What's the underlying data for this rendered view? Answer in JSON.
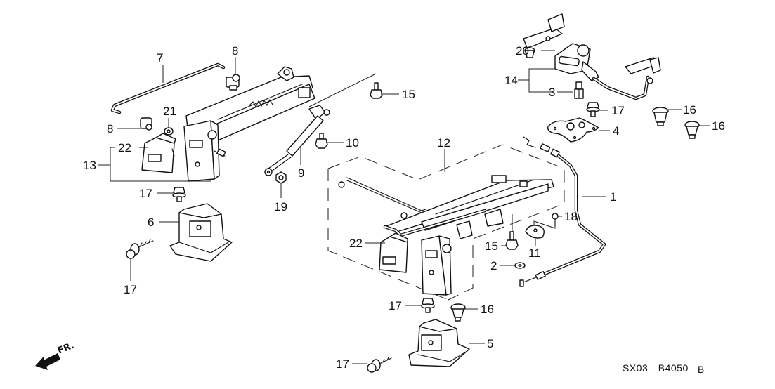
{
  "diagram": {
    "title": "Seat rail / height adjuster parts diagram",
    "diagram_code": "SX03—B4050",
    "revision": "B",
    "front_indicator": "FR.",
    "colors": {
      "line": "#111111",
      "background": "#ffffff"
    },
    "callouts": [
      {
        "id": "c1",
        "label": "1"
      },
      {
        "id": "c2",
        "label": "2"
      },
      {
        "id": "c3",
        "label": "3"
      },
      {
        "id": "c4",
        "label": "4"
      },
      {
        "id": "c5",
        "label": "5"
      },
      {
        "id": "c6",
        "label": "6"
      },
      {
        "id": "c7",
        "label": "7"
      },
      {
        "id": "c8a",
        "label": "8"
      },
      {
        "id": "c8b",
        "label": "8"
      },
      {
        "id": "c9",
        "label": "9"
      },
      {
        "id": "c10",
        "label": "10"
      },
      {
        "id": "c11",
        "label": "11"
      },
      {
        "id": "c12",
        "label": "12"
      },
      {
        "id": "c13",
        "label": "13"
      },
      {
        "id": "c14",
        "label": "14"
      },
      {
        "id": "c15a",
        "label": "15"
      },
      {
        "id": "c15b",
        "label": "15"
      },
      {
        "id": "c16a",
        "label": "16"
      },
      {
        "id": "c16b",
        "label": "16"
      },
      {
        "id": "c16c",
        "label": "16"
      },
      {
        "id": "c17a",
        "label": "17"
      },
      {
        "id": "c17b",
        "label": "17"
      },
      {
        "id": "c17c",
        "label": "17"
      },
      {
        "id": "c17d",
        "label": "17"
      },
      {
        "id": "c17e",
        "label": "17"
      },
      {
        "id": "c18",
        "label": "18"
      },
      {
        "id": "c19",
        "label": "19"
      },
      {
        "id": "c20",
        "label": "20"
      },
      {
        "id": "c21",
        "label": "21"
      },
      {
        "id": "c22a",
        "label": "22"
      },
      {
        "id": "c22b",
        "label": "22"
      }
    ]
  }
}
